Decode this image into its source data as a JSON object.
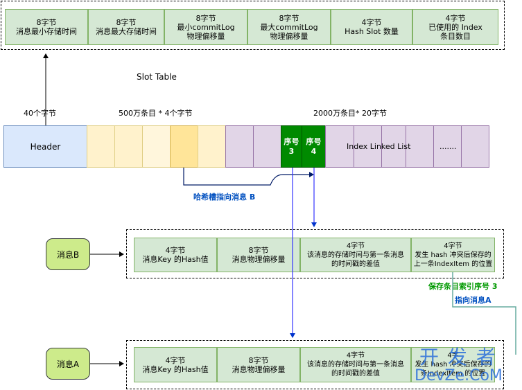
{
  "index_header": {
    "fields": [
      "8字节\n消息最小存储时间",
      "8字节\n消息最大存储时间",
      "8字节\n最小commitLog\n物理偏移量",
      "8字节\n最大commitLog\n物理偏移量",
      "4字节\nHash Slot 数量",
      "4字节\n已使用的 Index\n条目数目"
    ]
  },
  "labels": {
    "slot_table": "Slot Table",
    "header_size": "40个字节",
    "slot_size": "500万条目 * 4个字节",
    "index_size": "2000万条目* 20字节",
    "header": "Header",
    "seq3": "序号\n3",
    "seq4": "序号\n4",
    "linked_list": "Index Linked List",
    "dots": ".......",
    "hash_slot_msg_b": "哈希槽指向消息 B",
    "save_seq3": "保存条目索引序号 3",
    "point_msg_a": "指向消息A"
  },
  "message_b": {
    "name": "消息B",
    "fields": [
      "4字节\n消息Key 的Hash值",
      "8字节\n消息物理偏移量",
      "4字节\n该消息的存储时间与第一条消息\n的时间戳的差值",
      "4字节\n发生 hash 冲突后保存的\n上一条IndexItem 的位置"
    ]
  },
  "message_a": {
    "name": "消息A",
    "fields": [
      "4字节\n消息Key 的Hash值",
      "8字节\n消息物理偏移量",
      "4字节\n该消息的存储时间与第一条消息\n的时间戳的差值",
      "4字\n发生 hash 冲突后保存的\n条IndexItem 的位置"
    ]
  },
  "watermark": {
    "line1": "开 发 者",
    "line2": "DevZe.CoM"
  },
  "colors": {
    "header_fill": "#dae8fc",
    "slot_fill": "#fff2cc",
    "slot_selected_fill": "#ffe599",
    "linked_fill": "#e1d5e7",
    "seq_fill": "#008a00",
    "field_fill": "#d5e8d4",
    "message_fill": "#cdeb8b",
    "arrow_blue": "#3333ff",
    "arrow_teal": "#67ab9f"
  }
}
